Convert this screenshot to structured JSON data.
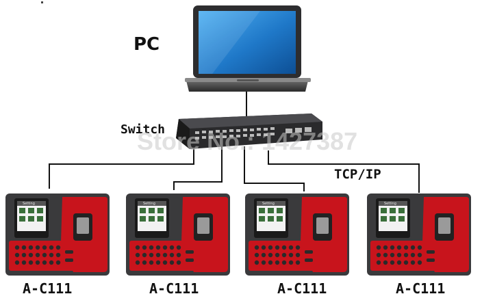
{
  "labels": {
    "pc": "PC",
    "switch": "Switch",
    "protocol": "TCP/IP",
    "watermark": "Store No.: 1427387"
  },
  "devices": [
    {
      "model": "A-C111",
      "screen_title": "Setting"
    },
    {
      "model": "A-C111",
      "screen_title": "Setting"
    },
    {
      "model": "A-C111",
      "screen_title": "Setting"
    },
    {
      "model": "A-C111",
      "screen_title": "Setting"
    }
  ],
  "colors": {
    "device_body": "#3a3a3c",
    "device_red": "#c8141c",
    "wire": "#111111",
    "laptop_screen": "#1f78c8"
  }
}
